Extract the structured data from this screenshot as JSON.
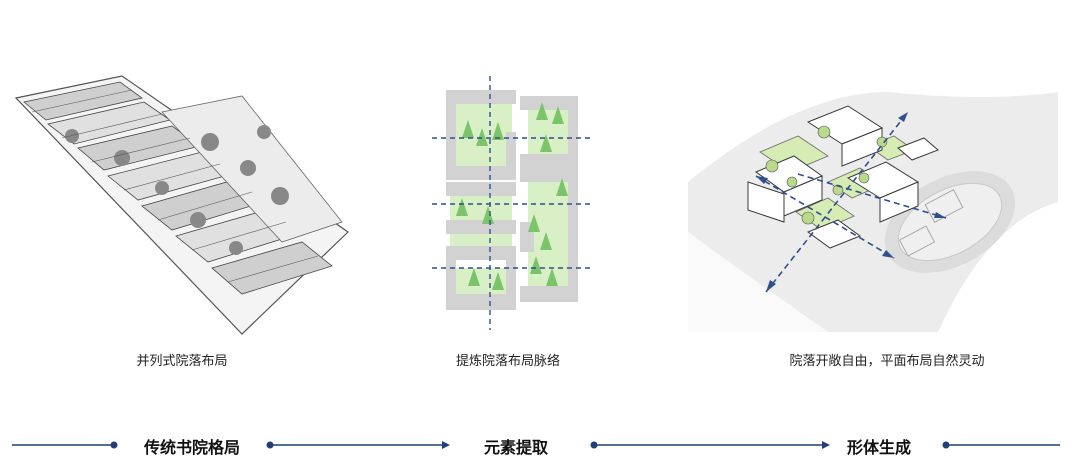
{
  "captions": {
    "courtyard_sketch": "并列式院落布局",
    "element_extraction": "提炼院落布局脉络",
    "form_generation": "院落开敞自由，平面布局自然灵动"
  },
  "stages": [
    {
      "label": "传统书院格局"
    },
    {
      "label": "元素提取"
    },
    {
      "label": "形体生成"
    }
  ],
  "colors": {
    "timeline": "#1f3f78",
    "axis": "#2f4f8f",
    "block_gray": "#d2d2d2",
    "green": "#d9efc6",
    "tree": "#7cc46a"
  }
}
